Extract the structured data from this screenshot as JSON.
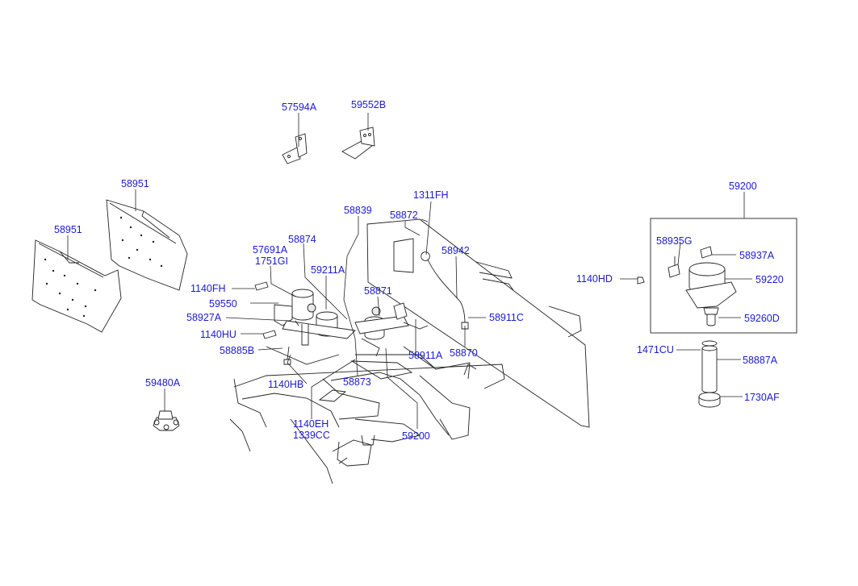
{
  "diagram": {
    "labels": [
      {
        "id": "l57594A",
        "text": "57594A"
      },
      {
        "id": "l59552B",
        "text": "59552B"
      },
      {
        "id": "l58951a",
        "text": "58951"
      },
      {
        "id": "l58951b",
        "text": "58951"
      },
      {
        "id": "l1311FH",
        "text": "1311FH"
      },
      {
        "id": "l58839",
        "text": "58839"
      },
      {
        "id": "l58872",
        "text": "58872"
      },
      {
        "id": "l58942",
        "text": "58942"
      },
      {
        "id": "l57691A",
        "text": "57691A"
      },
      {
        "id": "l1751GI",
        "text": "1751GI"
      },
      {
        "id": "l58874",
        "text": "58874"
      },
      {
        "id": "l59211A",
        "text": "59211A"
      },
      {
        "id": "l1140FH",
        "text": "1140FH"
      },
      {
        "id": "l58871",
        "text": "58871"
      },
      {
        "id": "l59550",
        "text": "59550"
      },
      {
        "id": "l58927A",
        "text": "58927A"
      },
      {
        "id": "l58911C",
        "text": "58911C"
      },
      {
        "id": "l1140HU",
        "text": "1140HU"
      },
      {
        "id": "l58885B",
        "text": "58885B"
      },
      {
        "id": "l58911A",
        "text": "58911A"
      },
      {
        "id": "l58870",
        "text": "58870"
      },
      {
        "id": "l1140HB",
        "text": "1140HB"
      },
      {
        "id": "l58873",
        "text": "58873"
      },
      {
        "id": "l59480A",
        "text": "59480A"
      },
      {
        "id": "l1140EH",
        "text": "1140EH"
      },
      {
        "id": "l1339CC",
        "text": "1339CC"
      },
      {
        "id": "l59200a",
        "text": "59200"
      },
      {
        "id": "l59200b",
        "text": "59200"
      },
      {
        "id": "l58935G",
        "text": "58935G"
      },
      {
        "id": "l58937A",
        "text": "58937A"
      },
      {
        "id": "l1140HD",
        "text": "1140HD"
      },
      {
        "id": "l59220",
        "text": "59220"
      },
      {
        "id": "l59260D",
        "text": "59260D"
      },
      {
        "id": "l1471CU",
        "text": "1471CU"
      },
      {
        "id": "l58887A",
        "text": "58887A"
      },
      {
        "id": "l1730AF",
        "text": "1730AF"
      }
    ]
  }
}
